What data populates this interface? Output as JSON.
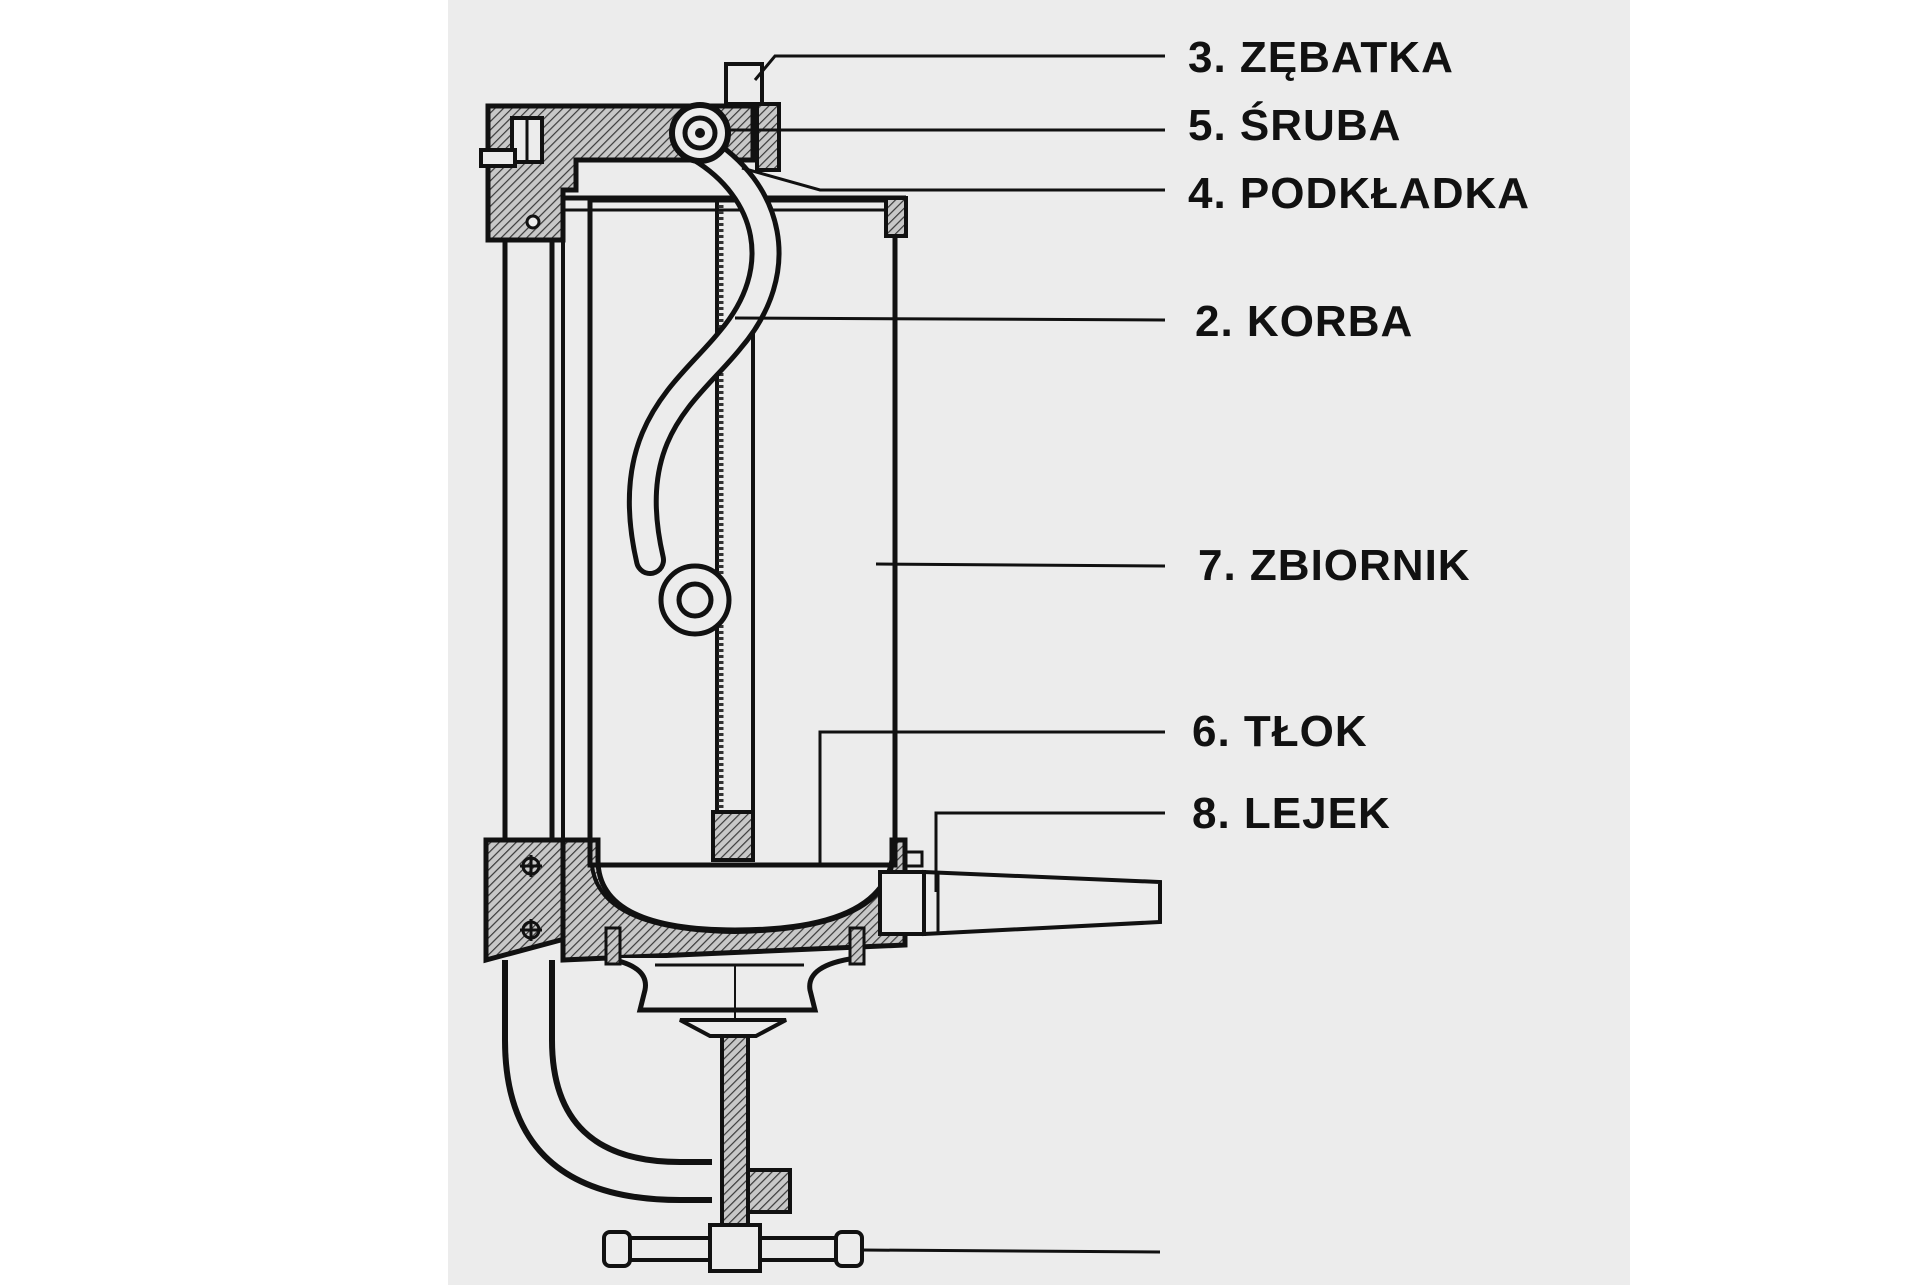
{
  "labels": {
    "zebatka": "3. ZĘBATKA",
    "sruba": "5. ŚRUBA",
    "podkladka": "4. PODKŁADKA",
    "korba": "2. KORBA",
    "zbiornik": "7. ZBIORNIK",
    "tlok": "6. TŁOK",
    "lejek": "8. LEJEK"
  },
  "colors": {
    "paper": "#ececec",
    "ink": "#111111",
    "hatch": "#777777"
  }
}
